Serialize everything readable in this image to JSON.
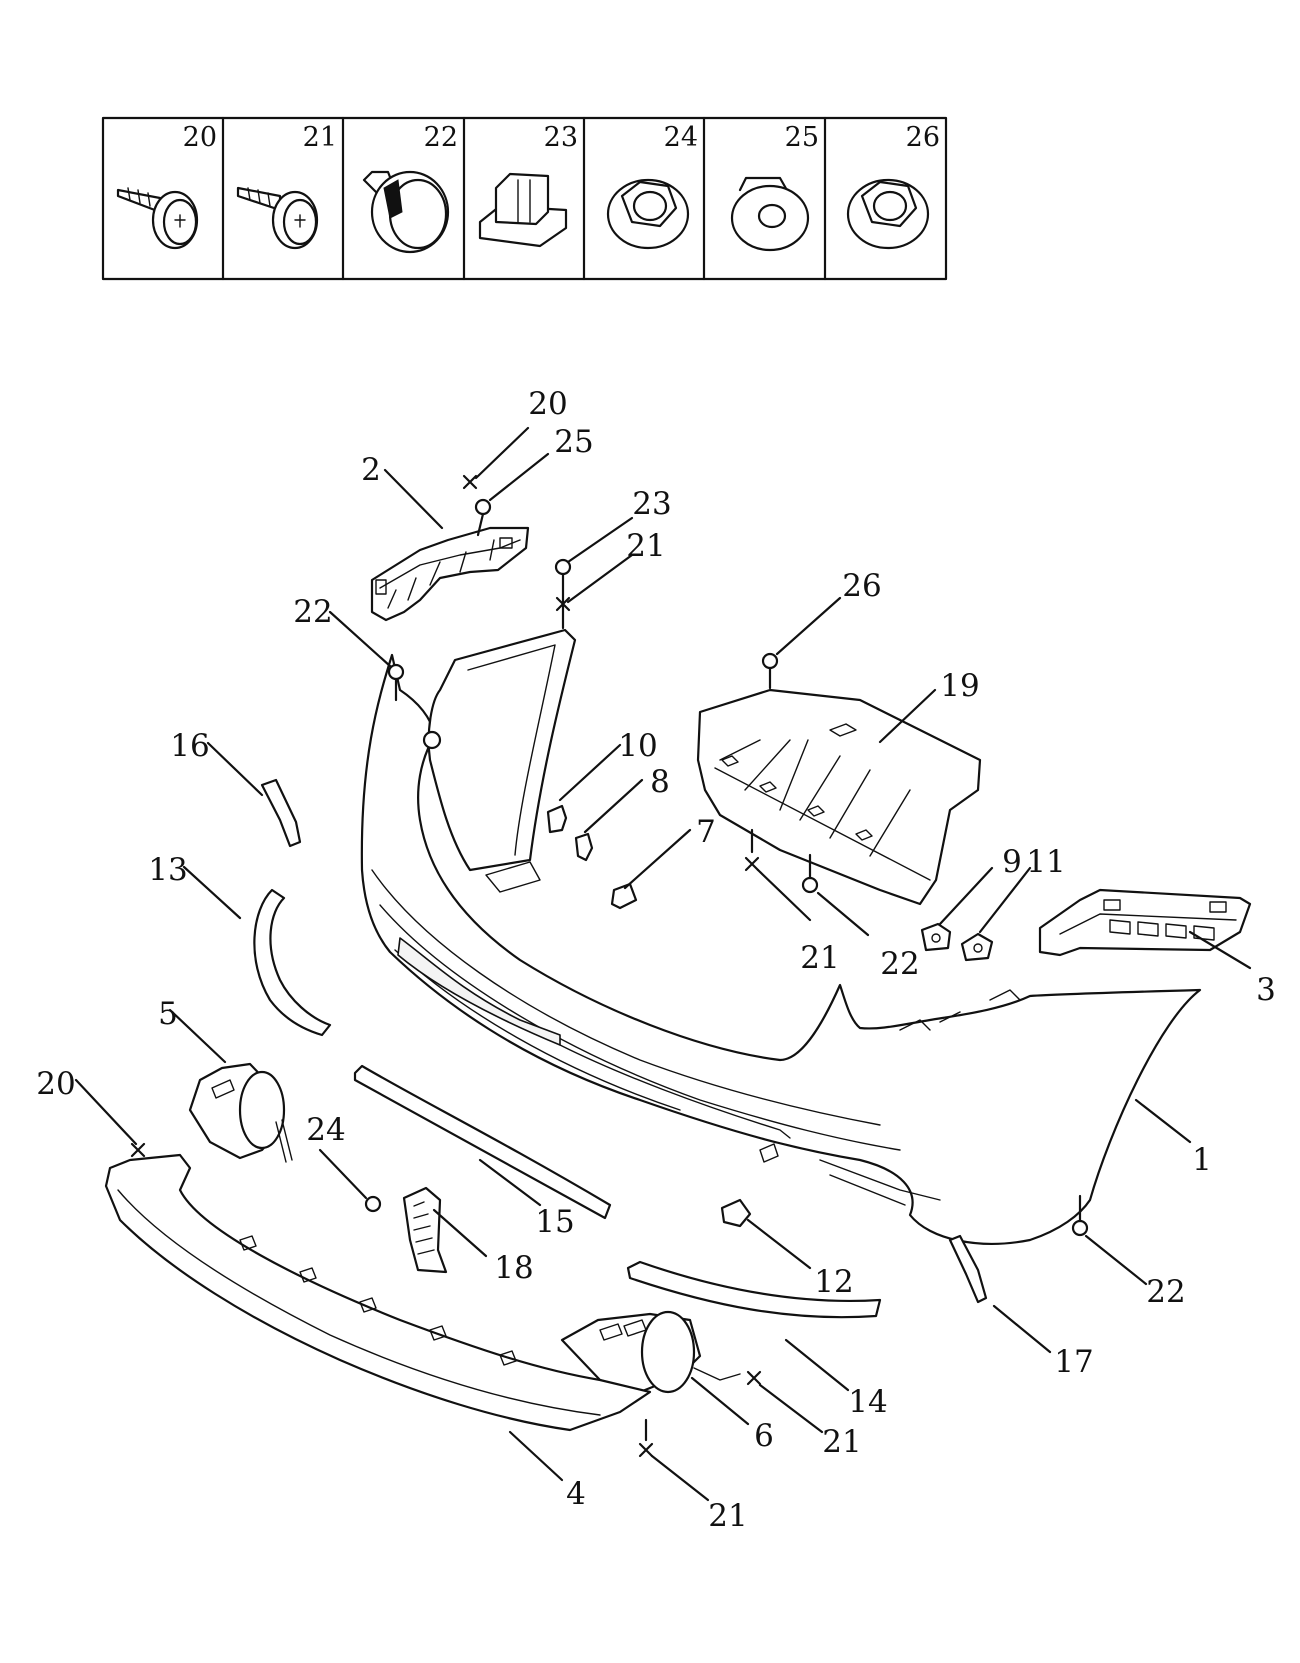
{
  "fastener_table": {
    "cells": [
      {
        "num": "20",
        "icon": "screw-washer-icon"
      },
      {
        "num": "21",
        "icon": "screw-washer-icon"
      },
      {
        "num": "22",
        "icon": "push-clip-icon"
      },
      {
        "num": "23",
        "icon": "square-clip-icon"
      },
      {
        "num": "24",
        "icon": "hex-flange-nut-icon"
      },
      {
        "num": "25",
        "icon": "plastic-nut-icon"
      },
      {
        "num": "26",
        "icon": "hex-flange-nut-icon"
      }
    ]
  },
  "callouts": [
    "20",
    "25",
    "2",
    "23",
    "21",
    "26",
    "22",
    "19",
    "16",
    "10",
    "8",
    "7",
    "9",
    "11",
    "21",
    "22",
    "3",
    "13",
    "5",
    "1",
    "20",
    "24",
    "15",
    "18",
    "12",
    "22",
    "17",
    "14",
    "6",
    "21",
    "4",
    "21"
  ]
}
